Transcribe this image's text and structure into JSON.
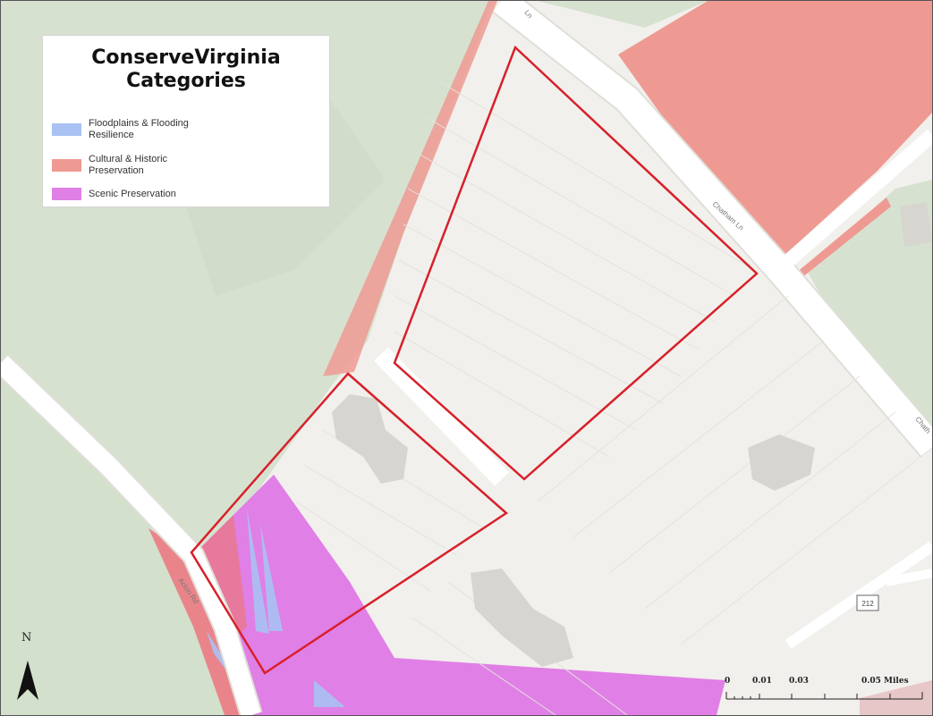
{
  "legend": {
    "title_line1": "ConserveVirginia",
    "title_line2": "Categories",
    "items": [
      {
        "label_line1": "Floodplains & Flooding",
        "label_line2": "Resilience",
        "color": "#a9c2f3"
      },
      {
        "label_line1": "Cultural & Historic",
        "label_line2": "Preservation",
        "color": "#ee9a93"
      },
      {
        "label_line1": "Scenic Preservation",
        "label_line2": "",
        "color": "#e07fe6"
      }
    ]
  },
  "north_arrow": {
    "label": "N"
  },
  "scale_bar": {
    "labels": [
      "0",
      "0.01",
      "0.03",
      "0.05 Miles"
    ]
  },
  "map_labels": {
    "road_top": "Ln",
    "road_chatham": "Chatham Ln",
    "road_chatham_right": "Chath",
    "road_left": "Acton Rd",
    "route_shield": "212"
  },
  "colors": {
    "parcel_outline": "#d8202b",
    "land": "#f1f0ec",
    "green": "#d6e2cf",
    "road": "#ffffff"
  }
}
